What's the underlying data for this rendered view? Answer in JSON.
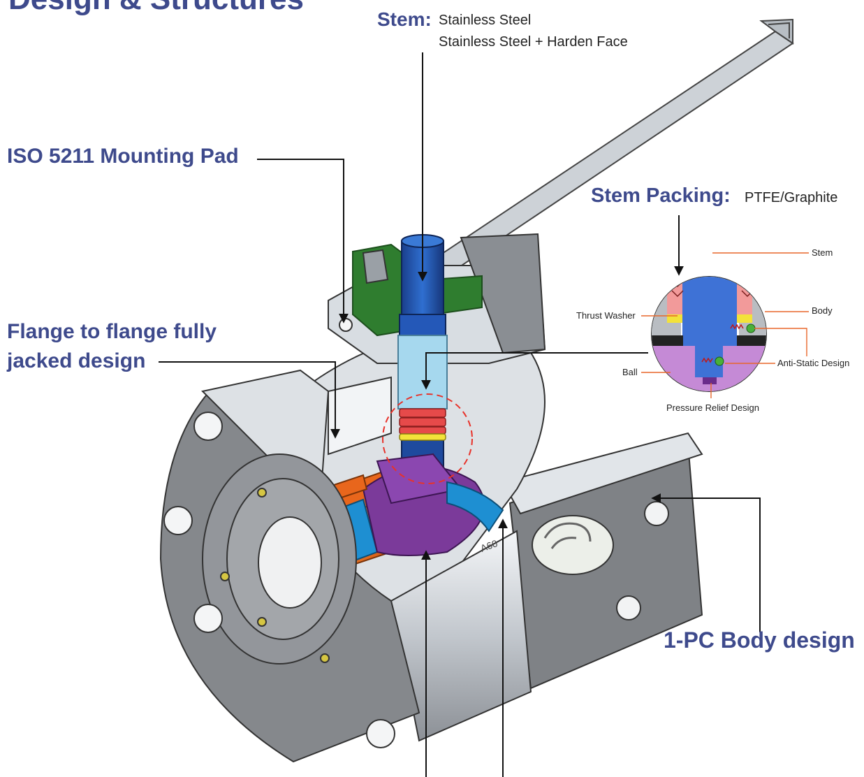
{
  "title": "Design & Structures",
  "labels": {
    "stem_heading": "Stem:",
    "stem_line1": "Stainless Steel",
    "stem_line2": "Stainless Steel + Harden Face",
    "mounting_pad": "ISO 5211 Mounting Pad",
    "stem_packing_heading": "Stem Packing:",
    "stem_packing_material": "PTFE/Graphite",
    "flange_line1": "Flange to flange fully",
    "flange_line2": "jacked design",
    "body_design": "1-PC Body design"
  },
  "detail_labels": {
    "stem": "Stem",
    "body": "Body",
    "thrust_washer": "Thrust Washer",
    "ball": "Ball",
    "anti_static": "Anti-Static Design",
    "pressure_relief": "Pressure Relief Design"
  },
  "valve_marking": "A60",
  "colors": {
    "label_blue": "#3e4a8c",
    "body_gray": "#c9ced4",
    "body_light": "#e4e8ec",
    "flange_dark": "#85888c",
    "stem_blue": "#1f4fa6",
    "stem_light": "#9fd2ea",
    "ball_purple": "#7b3a9a",
    "seat_orange": "#e8661c",
    "seat_blue": "#1e8fd2",
    "packing_red": "#e64a4a",
    "washer_yellow": "#f3e23a",
    "gland_green": "#2f7d2f",
    "leader_line": "#2a2a2a",
    "callout_red": "#e8322a"
  }
}
